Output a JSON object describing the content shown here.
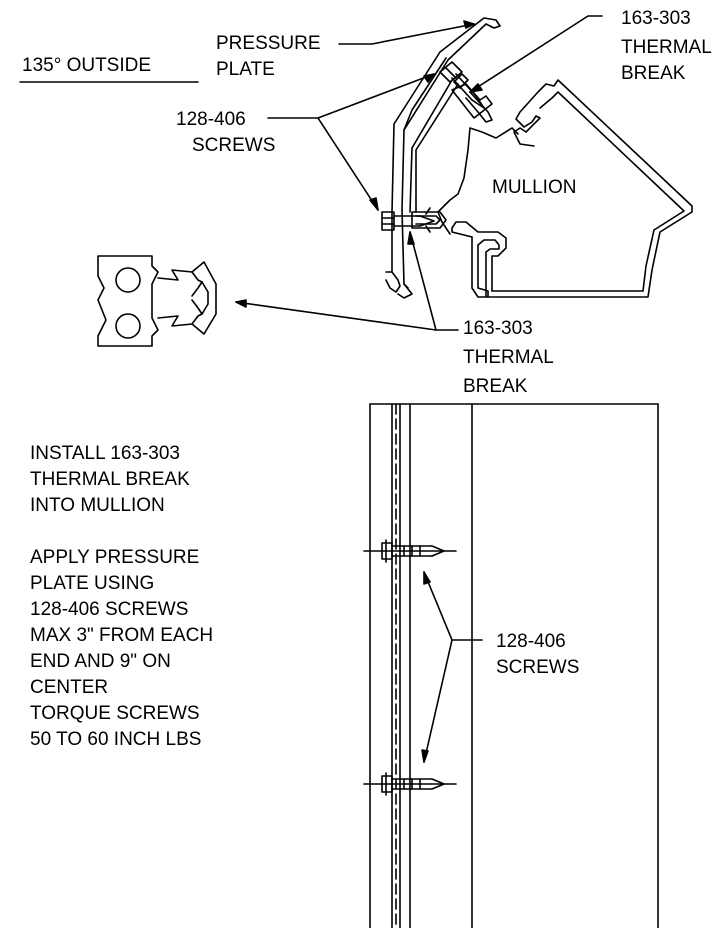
{
  "labels": {
    "angle_title": "135° OUTSIDE",
    "pressure_plate": [
      "PRESSURE",
      "PLATE"
    ],
    "thermal_break_top": [
      "163-303",
      "THERMAL",
      "BREAK"
    ],
    "screws_top": [
      "128-406",
      "SCREWS"
    ],
    "mullion": "MULLION",
    "thermal_break_mid": [
      "163-303",
      "THERMAL",
      "BREAK"
    ],
    "install_note": [
      "INSTALL 163-303",
      "THERMAL BREAK",
      "INTO MULLION"
    ],
    "apply_note": [
      "APPLY PRESSURE",
      "PLATE USING",
      "128-406 SCREWS",
      "MAX 3\" FROM EACH",
      "END AND 9\" ON",
      "CENTER",
      "TORQUE SCREWS",
      "50 TO 60 INCH LBS"
    ],
    "screws_bottom": [
      "128-406",
      "SCREWS"
    ]
  },
  "colors": {
    "ink": "#000000",
    "paper": "#ffffff"
  }
}
